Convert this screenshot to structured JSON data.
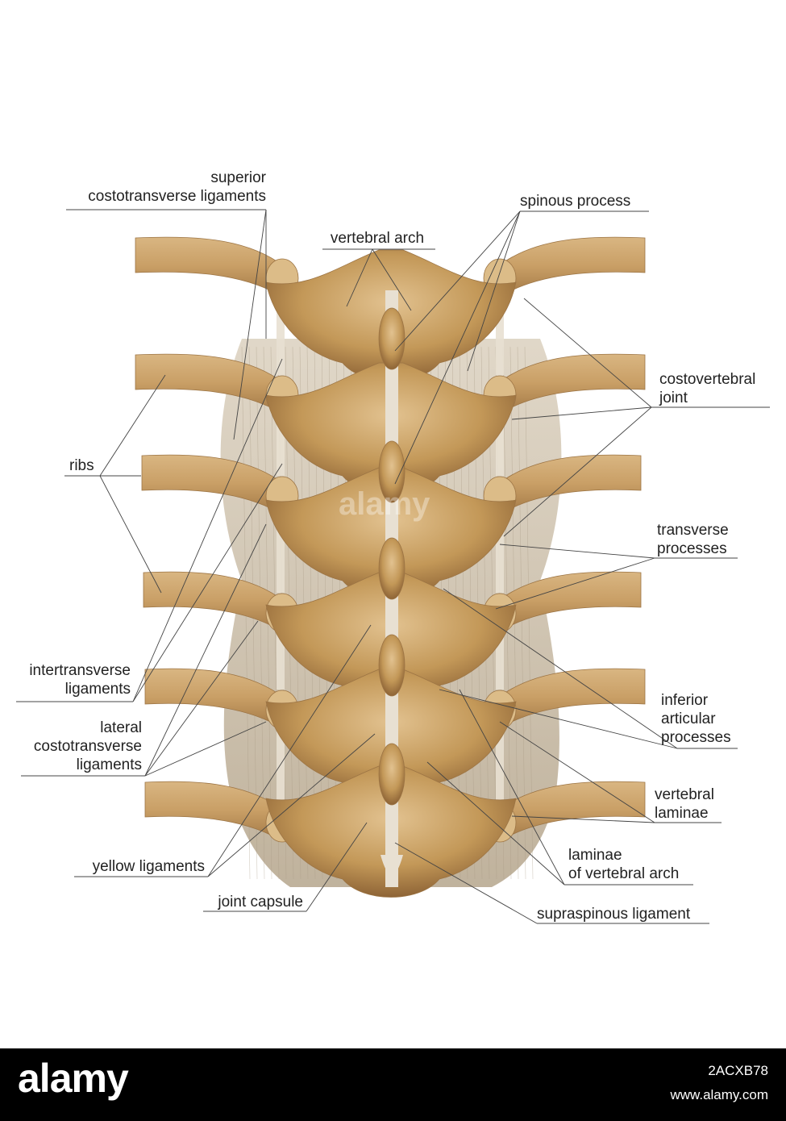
{
  "labels": {
    "superior_costotransverse": [
      "superior",
      "costotransverse ligaments"
    ],
    "vertebral_arch": "vertebral arch",
    "spinous_process": "spinous process",
    "costovertebral_joint": [
      "costovertebral",
      "joint"
    ],
    "ribs": "ribs",
    "transverse_processes": [
      "transverse",
      "processes"
    ],
    "intertransverse_ligaments": [
      "intertransverse",
      "ligaments"
    ],
    "inferior_articular_processes": [
      "inferior",
      "articular",
      "processes"
    ],
    "lateral_costotransverse": [
      "lateral",
      "costotransverse",
      "ligaments"
    ],
    "vertebral_laminae": [
      "vertebral",
      "laminae"
    ],
    "laminae_of_vertebral_arch": [
      "laminae",
      "of vertebral arch"
    ],
    "yellow_ligaments": "yellow ligaments",
    "joint_capsule": "joint capsule",
    "supraspinous_ligament": "supraspinous ligament"
  },
  "watermark": "alamy",
  "footer": {
    "brand": "alamy",
    "image_id": "2ACXB78",
    "site": "www.alamy.com"
  },
  "colors": {
    "bone": "#c89f68",
    "bone_light": "#dcbc88",
    "bone_dark": "#9c7444",
    "ligament": "#e8e0d2",
    "leader": "#444444"
  }
}
